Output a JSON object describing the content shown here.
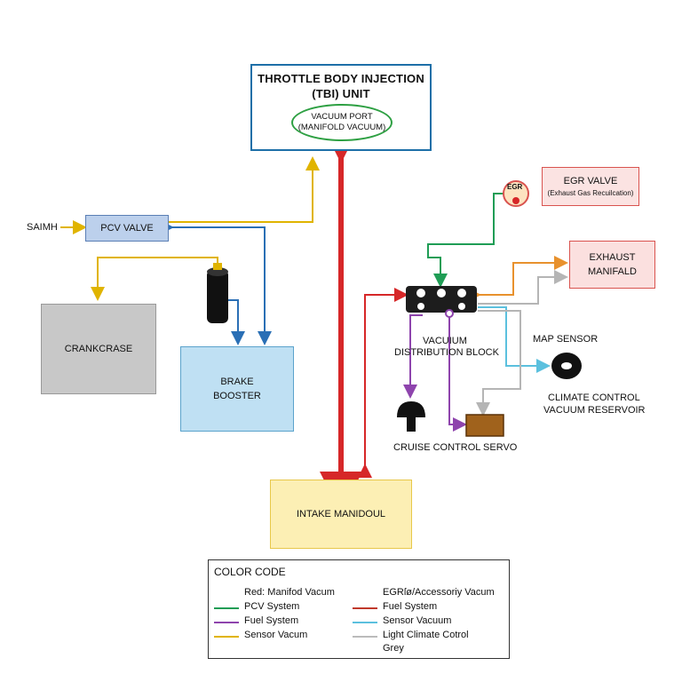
{
  "tbi": {
    "title_line1": "THROTTLE BODY INJECTION",
    "title_line2": "(TBI) UNIT"
  },
  "vacuum_port": {
    "line1": "VACUUM PORT",
    "line2": "(MANIFOLD VACUUM)"
  },
  "saimh_label": "SAIMH",
  "pcv_valve": "PCV VALVE",
  "crankcase": "CRANKCRASE",
  "brake_booster": {
    "line1": "BRAKE",
    "line2": "BOOSTER"
  },
  "intake_manifold": "INTAKE MANIDOUL",
  "egr_badge": "EGR",
  "egr_valve": {
    "title": "EGR VALVE",
    "subtitle": "(Exhaust Gas Recuilcation)"
  },
  "exhaust_manifold": {
    "line1": "EXHAUST",
    "line2": "MANIFALD"
  },
  "vacuum_block": {
    "line1": "VACUIUM",
    "line2": "DISTRIBUTION BLOCK"
  },
  "map_sensor": "MAP SENSOR",
  "climate_reservoir": {
    "line1": "CLIMATE CONTROL",
    "line2": "VACUUM RESERVOIR"
  },
  "cruise_servo": "CRUISE CONTROL SERVO",
  "legend": {
    "title": "COLOR CODE",
    "left": [
      {
        "label": "Red: Manifod Vacum",
        "color": ""
      },
      {
        "label": "PCV System",
        "color": "#1f9d55"
      },
      {
        "label": "Fuel System",
        "color": "#8e44ad"
      },
      {
        "label": "Sensor Vacum",
        "color": "#e0b400"
      }
    ],
    "right": [
      {
        "label": "EGRſø/Accessoriy Vacum",
        "color": ""
      },
      {
        "label": "Fuel System",
        "color": "#c0392b"
      },
      {
        "label": "Sensor Vacuum",
        "color": "#5bc0de"
      },
      {
        "label": "Light Climate Cotrol",
        "color": "#bbbbbb"
      },
      {
        "label": "Grey",
        "color": ""
      }
    ]
  },
  "colors": {
    "manifold_vacuum": "#d62728",
    "pcv_green": "#1f9d55",
    "blue": "#2a6fb5",
    "yellow": "#e0b400",
    "orange": "#e8912d",
    "purple": "#8e44ad",
    "light_blue": "#5bc0de",
    "grey": "#b5b5b5"
  }
}
